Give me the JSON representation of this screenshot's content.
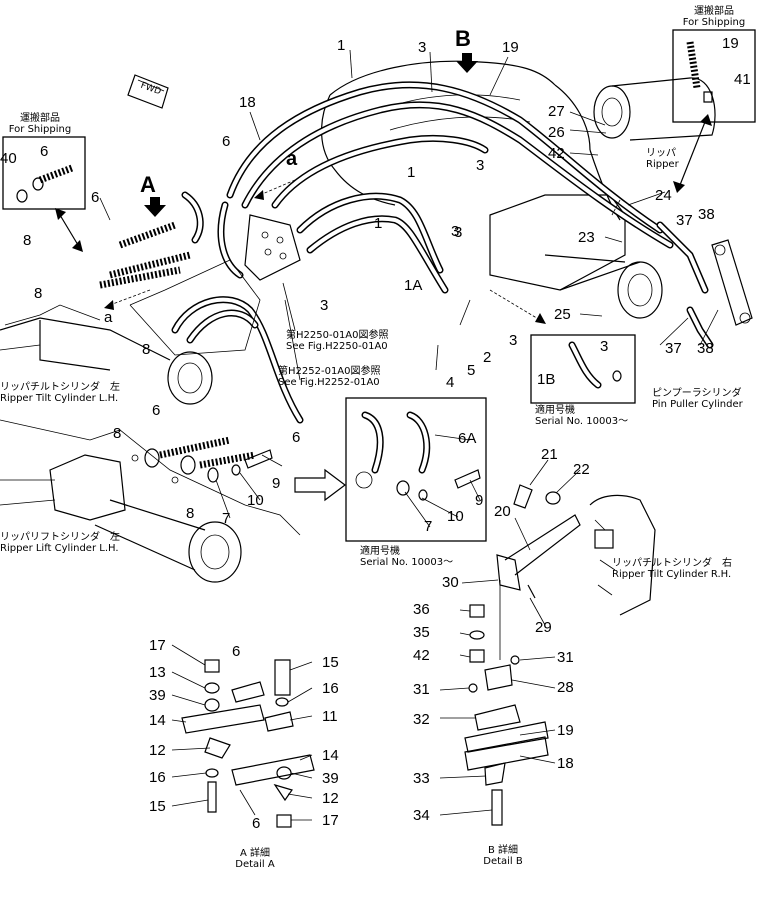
{
  "view_letters": {
    "a": "A",
    "b": "B"
  },
  "pipe_tag": "a",
  "fwd": "FWD",
  "shipping_left": {
    "jp": "運搬部品",
    "en": "For Shipping"
  },
  "shipping_right": {
    "jp": "運搬部品",
    "en": "For Shipping"
  },
  "ripper": {
    "jp": "リッパ",
    "en": "Ripper"
  },
  "see_fig_1": {
    "jp": "第H2250-01A0図参照",
    "en": "See Fig.H2250-01A0"
  },
  "see_fig_2": {
    "jp": "第H2252-01A0図参照",
    "en": "See Fig.H2252-01A0"
  },
  "tilt_cyl_lh": {
    "jp": "リッパチルトシリンダ　左",
    "en": "Ripper Tilt Cylinder L.H."
  },
  "lift_cyl_lh": {
    "jp": "リッパリフトシリンダ　左",
    "en": "Ripper Lift Cylinder L.H."
  },
  "tilt_cyl_rh": {
    "jp": "リッパチルトシリンダ　右",
    "en": "Ripper Tilt Cylinder R.H."
  },
  "pin_puller": {
    "jp": "ピンプーラシリンダ",
    "en": "Pin Puller Cylinder"
  },
  "serial_1": {
    "jp": "適用号機",
    "en": "Serial No. 10003～"
  },
  "serial_2": {
    "jp": "適用号機",
    "en": "Serial No. 10003～"
  },
  "detail_a": {
    "jp": "A 詳細",
    "en": "Detail A"
  },
  "detail_b": {
    "jp": "B 詳細",
    "en": "Detail B"
  },
  "callouts": [
    "1",
    "1",
    "1",
    "1A",
    "3",
    "19",
    "18",
    "6",
    "40",
    "6",
    "6",
    "8",
    "8",
    "a",
    "8",
    "3",
    "3",
    "3",
    "27",
    "26",
    "42",
    "24",
    "19",
    "41",
    "37",
    "38",
    "23",
    "37",
    "38",
    "25",
    "3",
    "2",
    "3",
    "5",
    "4",
    "1B",
    "3",
    "6",
    "8",
    "8",
    "6",
    "9",
    "10",
    "7",
    "6A",
    "9",
    "10",
    "7",
    "21",
    "22",
    "20",
    "30",
    "29",
    "36",
    "35",
    "42",
    "31",
    "31",
    "28",
    "32",
    "19",
    "18",
    "33",
    "34",
    "17",
    "13",
    "39",
    "14",
    "12",
    "16",
    "15",
    "6",
    "15",
    "16",
    "11",
    "14",
    "39",
    "12",
    "17",
    "6"
  ]
}
